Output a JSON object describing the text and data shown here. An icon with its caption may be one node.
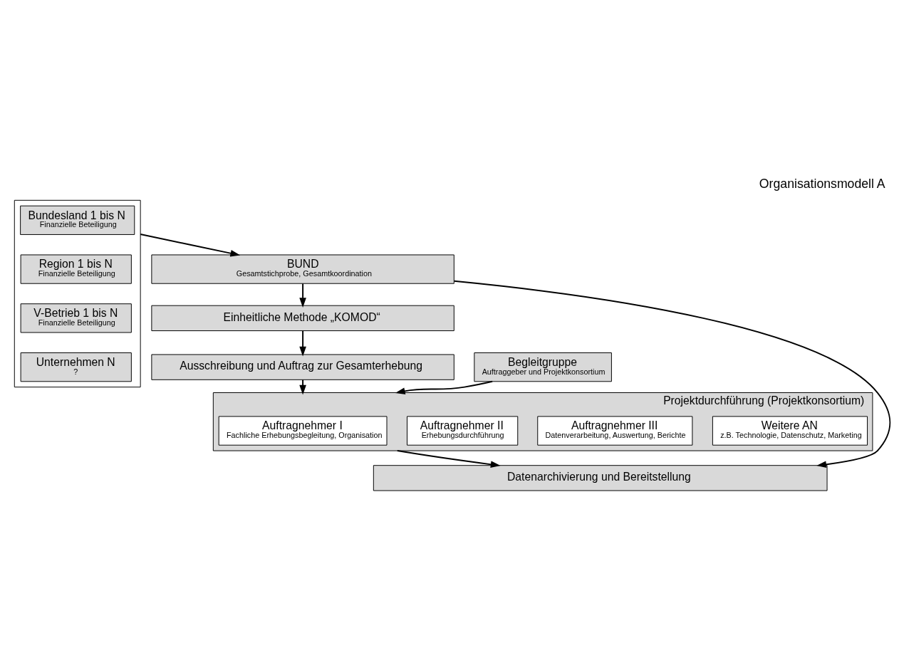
{
  "diagram": {
    "title": "Organisationsmodell A",
    "nodes": [
      {
        "text": [],
        "shape": "box"
      },
      {
        "text": [
          "Bundesland 1 bis N",
          "Finanzielle Beteiligung"
        ],
        "in": 0
      },
      {
        "text": [
          "Region 1 bis N",
          "Finanzielle Beteiligung"
        ],
        "in": 0
      },
      {
        "text": [
          "V-Betrieb 1 bis N",
          "Finanzielle Beteiligung"
        ],
        "in": 0
      },
      {
        "text": [
          "Unternehmen N",
          "?"
        ],
        "in": 0
      },
      {
        "text": [
          "BUND",
          "Gesamtstichprobe, Gesamtkoordination"
        ]
      },
      {
        "text": [
          "Einheitliche Methode „KOMOD“"
        ]
      },
      {
        "text": [
          "Ausschreibung und Auftrag zur Gesamterhebung"
        ]
      },
      {
        "text": [
          "Begleitgruppe",
          "Auftraggeber und Projektkonsortium"
        ]
      },
      {
        "text": [
          "Projektdurchführung (Projektkonsortium)"
        ]
      },
      {
        "text": [
          "Auftragnehmer I",
          "Fachliche Erhebungsbegleitung, Organisation"
        ],
        "in": 9
      },
      {
        "text": [
          "Auftragnehmer II",
          "Erhebungsdurchführung"
        ],
        "in": 9
      },
      {
        "text": [
          "Auftragnehmer III",
          "Datenverarbeitung, Auswertung, Berichte"
        ],
        "in": 9
      },
      {
        "text": [
          "Weitere AN",
          "z.B. Technologie, Datenschutz, Marketing"
        ],
        "in": 9
      },
      {
        "text": [
          "Datenarchivierung und Bereitstellung"
        ]
      }
    ],
    "edges": [
      {
        "from": 0,
        "to": 5,
        "arrow": "to"
      },
      {
        "from": 5,
        "to": 6,
        "arrow": "to"
      },
      {
        "from": 6,
        "to": 7,
        "arrow": "to"
      },
      {
        "from": 7,
        "to": 9,
        "arrow": "to"
      },
      {
        "from": 8,
        "to": 9,
        "arrow": "to"
      },
      {
        "from": 9,
        "to": 14,
        "arrow": "to"
      },
      {
        "from": 5,
        "to": 14,
        "arrow": "to"
      }
    ]
  }
}
